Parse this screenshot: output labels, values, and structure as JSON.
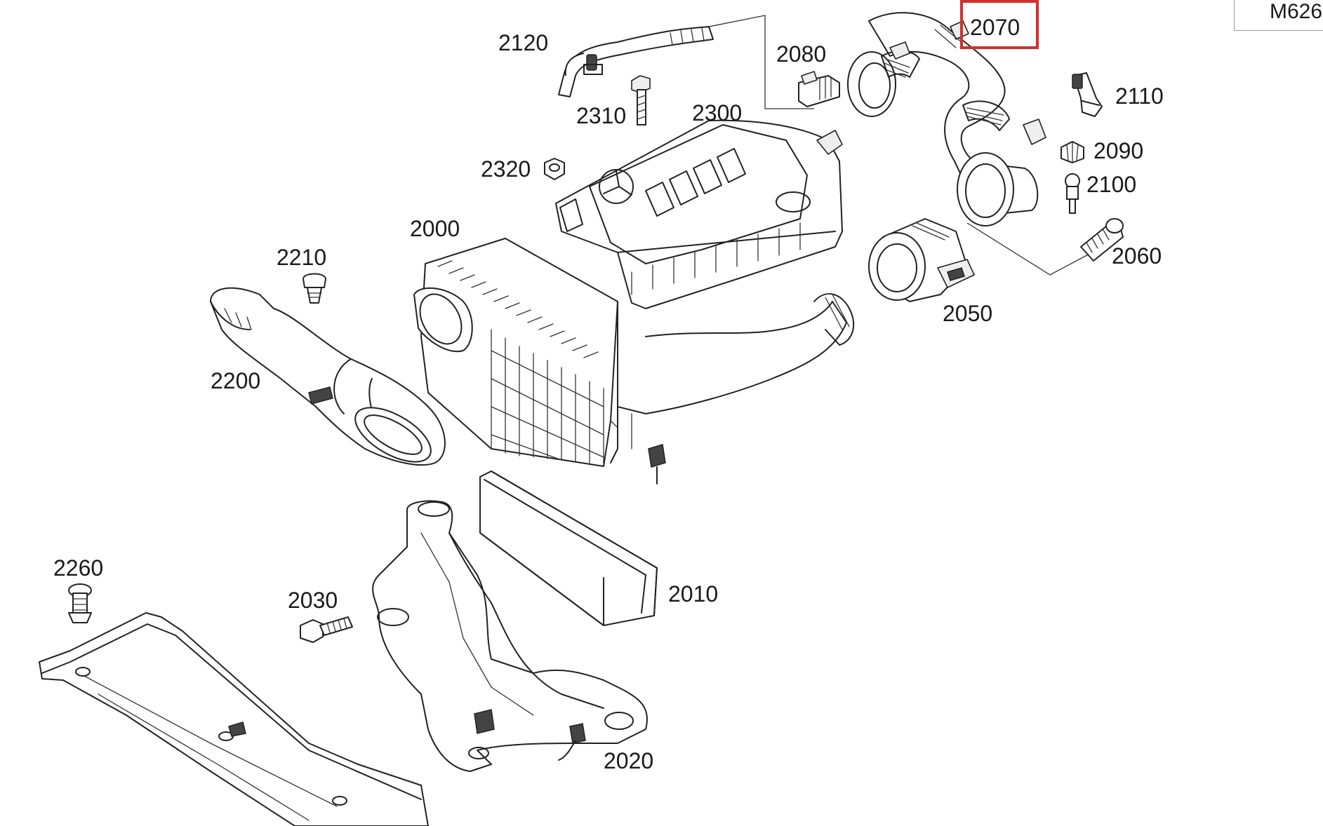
{
  "diagram": {
    "model_badge": "M626",
    "highlighted_part": "2070",
    "highlight_color": "#d32f2f",
    "parts": [
      {
        "id": "p2000",
        "label": "2000",
        "icon": "air-filter-housing-icon"
      },
      {
        "id": "p2010",
        "label": "2010",
        "icon": "air-filter-element-icon"
      },
      {
        "id": "p2020",
        "label": "2020",
        "icon": "filter-bracket-icon"
      },
      {
        "id": "p2030",
        "label": "2030",
        "icon": "bolt-icon"
      },
      {
        "id": "p2050",
        "label": "2050",
        "icon": "mass-air-flow-sensor-icon"
      },
      {
        "id": "p2060",
        "label": "2060",
        "icon": "screw-icon"
      },
      {
        "id": "p2070",
        "label": "2070",
        "icon": "intake-hose-icon"
      },
      {
        "id": "p2080",
        "label": "2080",
        "icon": "connector-icon"
      },
      {
        "id": "p2090",
        "label": "2090",
        "icon": "nut-icon"
      },
      {
        "id": "p2100",
        "label": "2100",
        "icon": "stud-icon"
      },
      {
        "id": "p2110",
        "label": "2110",
        "icon": "sensor-icon"
      },
      {
        "id": "p2120",
        "label": "2120",
        "icon": "vent-hose-icon"
      },
      {
        "id": "p2200",
        "label": "2200",
        "icon": "air-intake-duct-icon"
      },
      {
        "id": "p2210",
        "label": "2210",
        "icon": "clip-icon"
      },
      {
        "id": "p2260",
        "label": "2260",
        "icon": "push-rivet-icon"
      },
      {
        "id": "p2300",
        "label": "2300",
        "icon": "engine-cover-icon"
      },
      {
        "id": "p2310",
        "label": "2310",
        "icon": "bolt-icon"
      },
      {
        "id": "p2320",
        "label": "2320",
        "icon": "nut-icon"
      }
    ]
  }
}
